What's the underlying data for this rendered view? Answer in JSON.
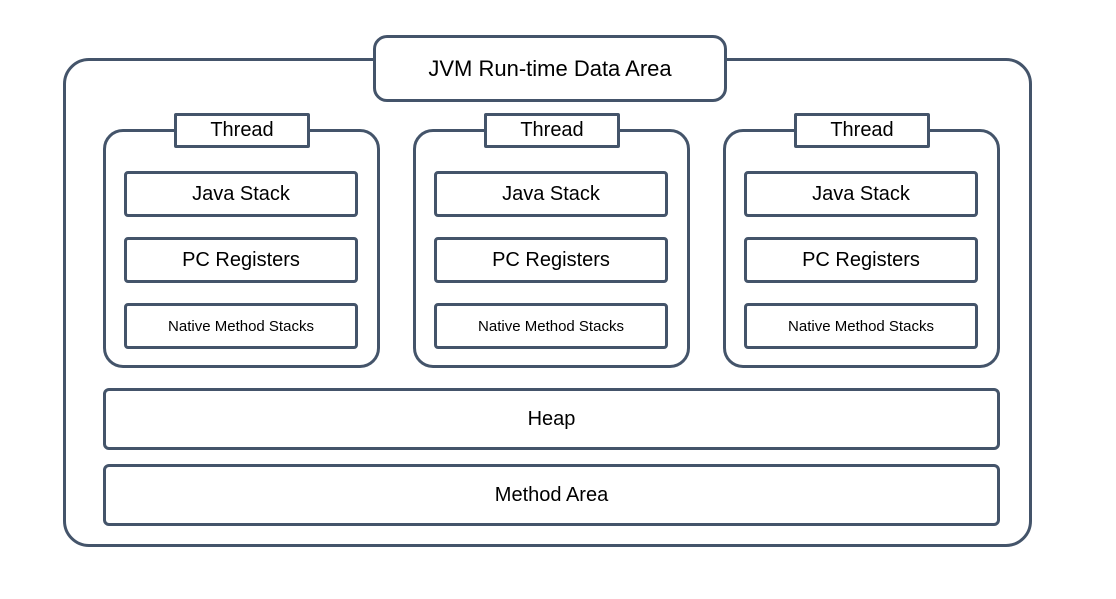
{
  "diagram": {
    "title": "JVM Run-time Data Area",
    "colors": {
      "border": "#44546A",
      "text": "#000000",
      "background": "#FFFFFF"
    },
    "threads": [
      {
        "label": "Thread",
        "boxes": [
          "Java Stack",
          "PC Registers",
          "Native Method Stacks"
        ]
      },
      {
        "label": "Thread",
        "boxes": [
          "Java Stack",
          "PC Registers",
          "Native Method Stacks"
        ]
      },
      {
        "label": "Thread",
        "boxes": [
          "Java Stack",
          "PC Registers",
          "Native Method Stacks"
        ]
      }
    ],
    "heap_label": "Heap",
    "method_area_label": "Method Area"
  }
}
